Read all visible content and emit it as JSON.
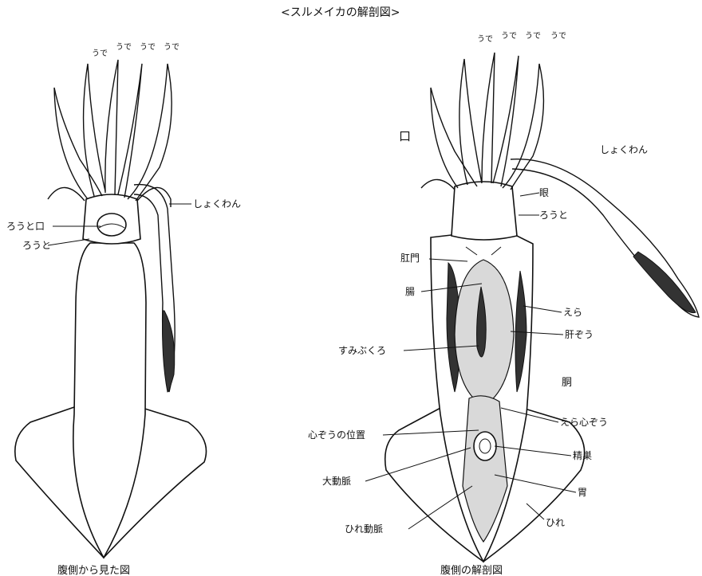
{
  "title": "<スルメイカの解剖図>",
  "left": {
    "arms": [
      "うで",
      "うで",
      "うで",
      "うで"
    ],
    "tentacle": "しょくわん",
    "funnel_mouth": "ろうと口",
    "funnel": "ろうと",
    "caption": "腹側から見た図"
  },
  "right": {
    "arms": [
      "うで",
      "うで",
      "うで",
      "うで"
    ],
    "mouth": "口",
    "tentacle": "しょくわん",
    "eye": "眼",
    "funnel": "ろうと",
    "anus": "肛門",
    "intestine": "腸",
    "gill": "えら",
    "liver": "肝ぞう",
    "ink_sac": "すみぶくろ",
    "trunk": "胴",
    "branchial_heart": "えら心ぞう",
    "heart_position": "心ぞうの位置",
    "testis": "精巣",
    "aorta": "大動脈",
    "stomach": "胃",
    "fin_artery": "ひれ動脈",
    "fin": "ひれ",
    "caption": "腹側の解剖図"
  }
}
